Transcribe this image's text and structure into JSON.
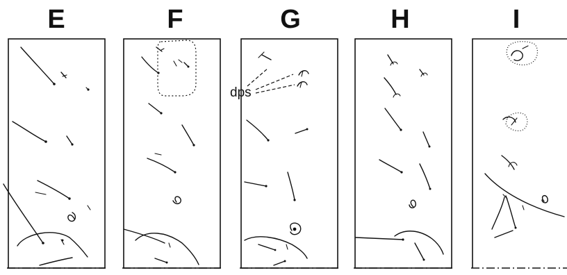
{
  "panels": [
    {
      "label": "E"
    },
    {
      "label": "F"
    },
    {
      "label": "G"
    },
    {
      "label": "H"
    },
    {
      "label": "I"
    }
  ],
  "annotation": {
    "label": "dps"
  }
}
